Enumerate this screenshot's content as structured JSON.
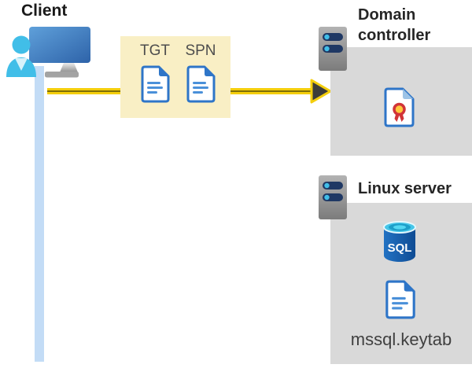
{
  "client": {
    "label": "Client"
  },
  "tickets": {
    "items": [
      {
        "label": "TGT"
      },
      {
        "label": "SPN"
      }
    ]
  },
  "domain_controller": {
    "label": "Domain controller"
  },
  "linux_server": {
    "label": "Linux server",
    "database_label": "SQL",
    "keytab_label": "mssql.keytab"
  },
  "icons": [
    "client-monitor-icon",
    "person-icon",
    "tgt-document-icon",
    "spn-document-icon",
    "server-icon",
    "certificate-icon",
    "sql-database-icon",
    "keytab-document-icon",
    "arrow-right"
  ],
  "colors": {
    "arrow_yellow": "#f4ce0c",
    "arrow_stripe": "#7f6e05",
    "arrowhead_dark": "#3c3c3a",
    "ticket_box_bg": "#f9efc5",
    "panel_gray": "#d9d9d9",
    "document_blue": "#2e75c8",
    "document_line_blue": "#4a90d9",
    "client_line_blue": "#c3dcf6",
    "person_cyan": "#41bee8",
    "server_pill_navy": "#1f3864",
    "certificate_red": "#d13438",
    "certificate_yellow": "#ffc83d",
    "sql_blue": "#1462b4",
    "title_text": "#262626",
    "label_text": "#4d4d4d"
  }
}
